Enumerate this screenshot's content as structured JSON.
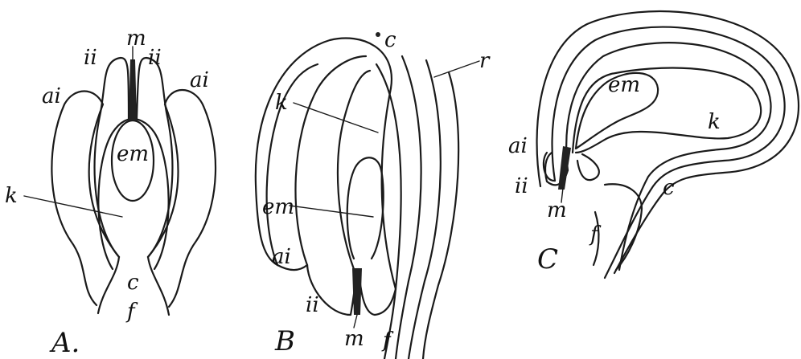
{
  "figures": [
    {
      "id": "A",
      "caption": "A.",
      "labels": {
        "m": "m",
        "ii_left": "ii",
        "ii_right": "ii",
        "ai_left": "ai",
        "ai_right": "ai",
        "em": "em",
        "k": "k",
        "c": "c",
        "f": "f"
      }
    },
    {
      "id": "B",
      "caption": "B",
      "labels": {
        "c": "c",
        "r": "r",
        "k": "k",
        "em": "em",
        "ai": "ai",
        "ii": "ii",
        "m": "m",
        "f": "f"
      }
    },
    {
      "id": "C",
      "caption": "C",
      "labels": {
        "em": "em",
        "k": "k",
        "ai": "ai",
        "ii": "ii",
        "m": "m",
        "c": "c",
        "f": "f"
      }
    }
  ]
}
